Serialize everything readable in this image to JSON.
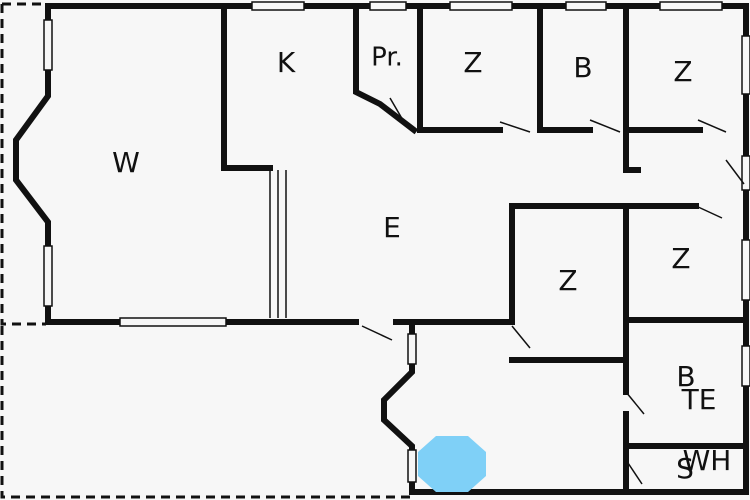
{
  "floorplan": {
    "title": "Floor plan",
    "colors": {
      "wall": "#111111",
      "floor": "#f7f7f7",
      "dashed": "#111111",
      "marker": "#7fd0f7"
    },
    "rooms": {
      "w": "W",
      "k": "K",
      "pr": "Pr.",
      "z1": "Z",
      "b1": "B",
      "z2": "Z",
      "e": "E",
      "z3": "Z",
      "z4": "Z",
      "b2": "B",
      "te": "TE",
      "s": "S",
      "wh": "WH"
    },
    "markers": [
      {
        "name": "octagon-marker",
        "shape": "octagon",
        "color": "#7fd0f7"
      }
    ]
  }
}
